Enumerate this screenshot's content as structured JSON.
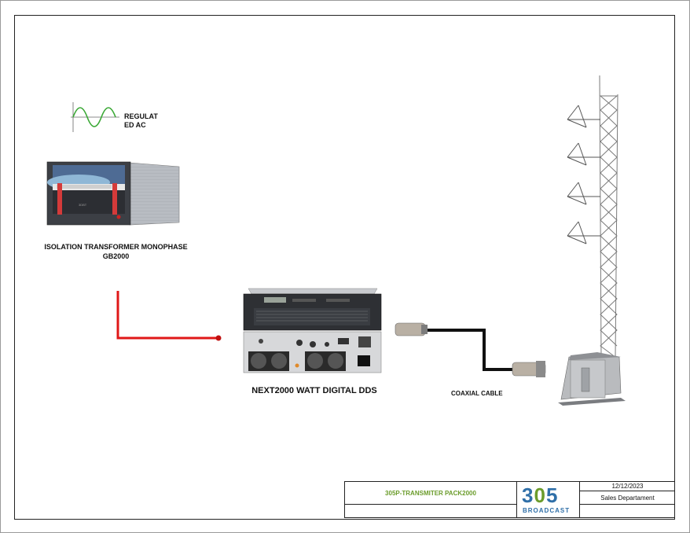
{
  "diagram": {
    "regulated_ac_label": "REGULAT\nED AC",
    "isolation_label_line1": "ISOLATION TRANSFORMER MONOPHASE",
    "isolation_label_line2": "GB2000",
    "transmitter_label": "NEXT2000 WATT DIGITAL DDS",
    "coax_label": "COAXIAL CABLE",
    "transformer_panel_text": "3DBT",
    "colors": {
      "power_line": "#e01818",
      "coax": "#111111",
      "frame": "#222222"
    }
  },
  "title_block": {
    "project": "305P-TRANSMITER PACK2000",
    "date": "12/12/2023",
    "department": "Sales Departament",
    "logo_number_prefix": "3",
    "logo_number_o": "0",
    "logo_number_suffix": "5",
    "logo_text": "BROADCAST",
    "colors": {
      "project": "#6b9c2b",
      "logo_blue": "#2f6fa8"
    }
  }
}
